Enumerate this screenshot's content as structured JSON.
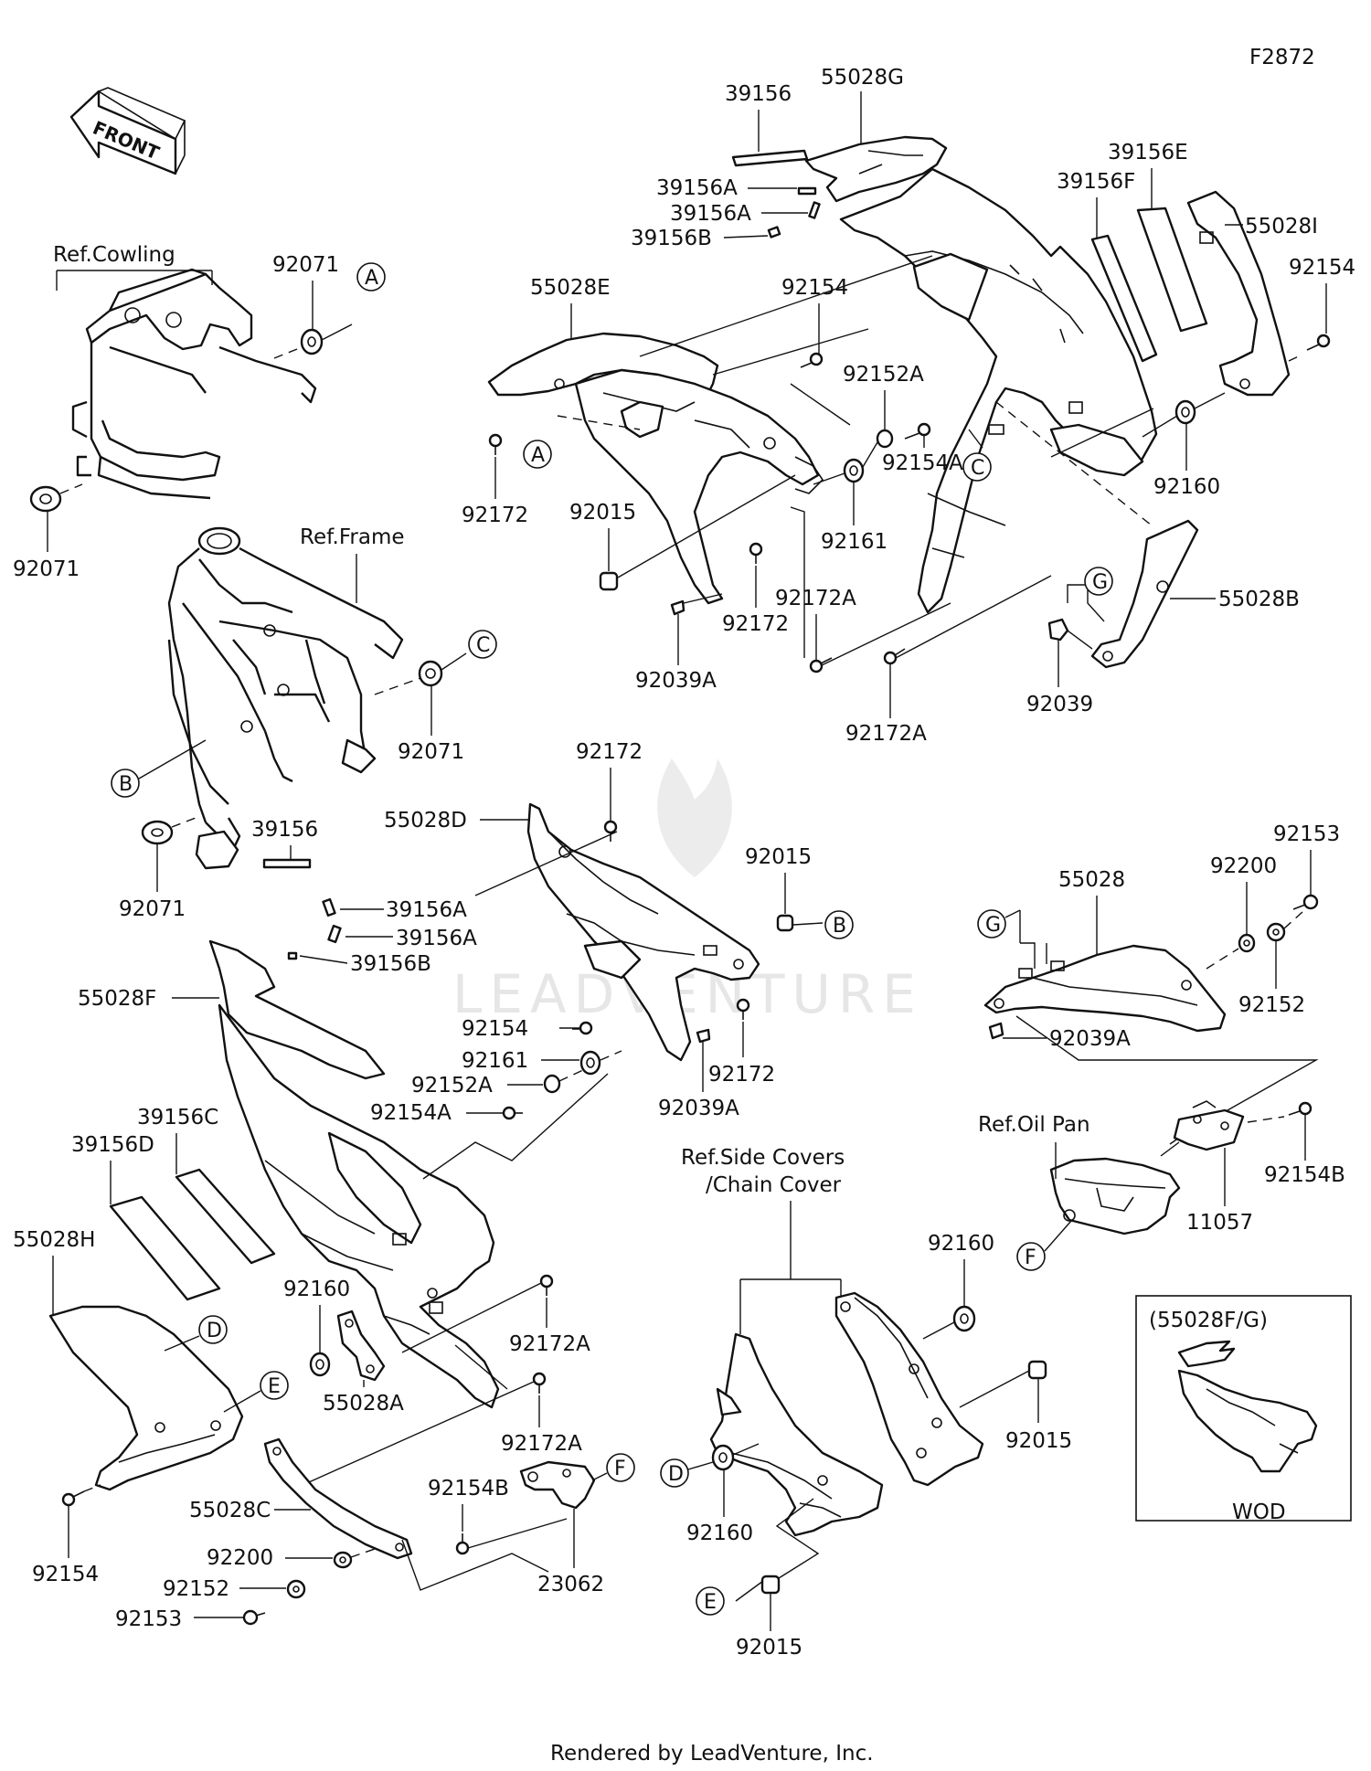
{
  "figure_code": "F2872",
  "front_label": "FRONT",
  "ref_labels": {
    "cowling": "Ref.Cowling",
    "frame": "Ref.Frame",
    "oil_pan": "Ref.Oil Pan",
    "side_covers_1": "Ref.Side Covers",
    "side_covers_2": "/Chain Cover"
  },
  "inset": {
    "title": "(55028F/G)",
    "caption": "WOD"
  },
  "watermark": "LEADVENTURE",
  "footer": "Rendered by LeadVenture, Inc.",
  "callout_letters": [
    "A",
    "B",
    "C",
    "D",
    "E",
    "F",
    "G"
  ],
  "part_numbers": {
    "p39156_top": "39156",
    "p55028G": "55028G",
    "p39156A_1": "39156A",
    "p39156A_2": "39156A",
    "p39156B_top": "39156B",
    "p39156E": "39156E",
    "p39156F": "39156F",
    "p55028I": "55028I",
    "p92154_tr": "92154",
    "p92154_mid": "92154",
    "p55028E": "55028E",
    "p92152A_top": "92152A",
    "p92071_top": "92071",
    "p92071_left": "92071",
    "p92071_c": "92071",
    "p92071_bottom": "92071",
    "p92172_a": "92172",
    "p92015_top": "92015",
    "p92161_top": "92161",
    "p92154A_top": "92154A",
    "p92160_top": "92160",
    "p55028B": "55028B",
    "p92172A_a": "92172A",
    "p92172A_b": "92172A",
    "p92172_b": "92172",
    "p92039A_top": "92039A",
    "p92039": "92039",
    "p92172_c": "92172",
    "p55028D": "55028D",
    "p92015_mid": "92015",
    "p39156_mid": "39156",
    "p39156A_3": "39156A",
    "p39156A_4": "39156A",
    "p39156B_mid": "39156B",
    "p55028F": "55028F",
    "p92154_m2": "92154",
    "p92161_mid": "92161",
    "p92152A_mid": "92152A",
    "p92154A_mid": "92154A",
    "p92172_d": "92172",
    "p92039A_mid": "92039A",
    "p92153_r": "92153",
    "p55028": "55028",
    "p92200_r": "92200",
    "p92152_r": "92152",
    "p92039A_r": "92039A",
    "p92154B_r": "92154B",
    "p11057": "11057",
    "p39156C": "39156C",
    "p39156D": "39156D",
    "p55028H": "55028H",
    "p92160_l": "92160",
    "p92172A_c": "92172A",
    "p55028A": "55028A",
    "p92172A_d": "92172A",
    "p92154_l": "92154",
    "p55028C": "55028C",
    "p92154B_l": "92154B",
    "p92200_l": "92200",
    "p92152_l": "92152",
    "p92153_l": "92153",
    "p23062": "23062",
    "p92160_r": "92160",
    "p92015_r": "92015",
    "p92160_d": "92160",
    "p92015_b": "92015"
  }
}
